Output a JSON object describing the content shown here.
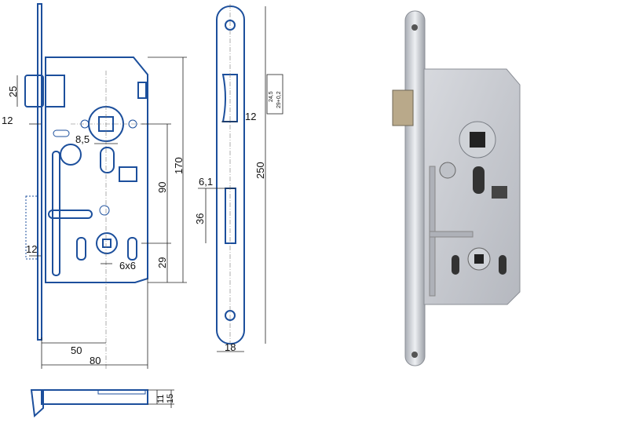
{
  "front_view": {
    "dims": {
      "latch_height": "25",
      "latch_projection": "12",
      "spindle_square": "8,5",
      "case_height": "170",
      "spindle_to_turn": "90",
      "faceplate_offset": "12",
      "turn_square": "6x6",
      "turn_to_bottom": "29",
      "backset": "50",
      "case_depth": "80"
    }
  },
  "side_view": {
    "dims": {
      "latch_projection": "12",
      "bolt_thickness": "6,1",
      "bolt_height": "36",
      "faceplate_length": "250",
      "faceplate_width": "18",
      "latch_width": "29+0,2",
      "latch_width_small": "24,5"
    }
  },
  "top_view": {
    "dims": {
      "case_thickness": "11",
      "total_thickness": "15"
    }
  },
  "colors": {
    "line": "#1c4f9c",
    "metal": "#c9ccd2"
  }
}
